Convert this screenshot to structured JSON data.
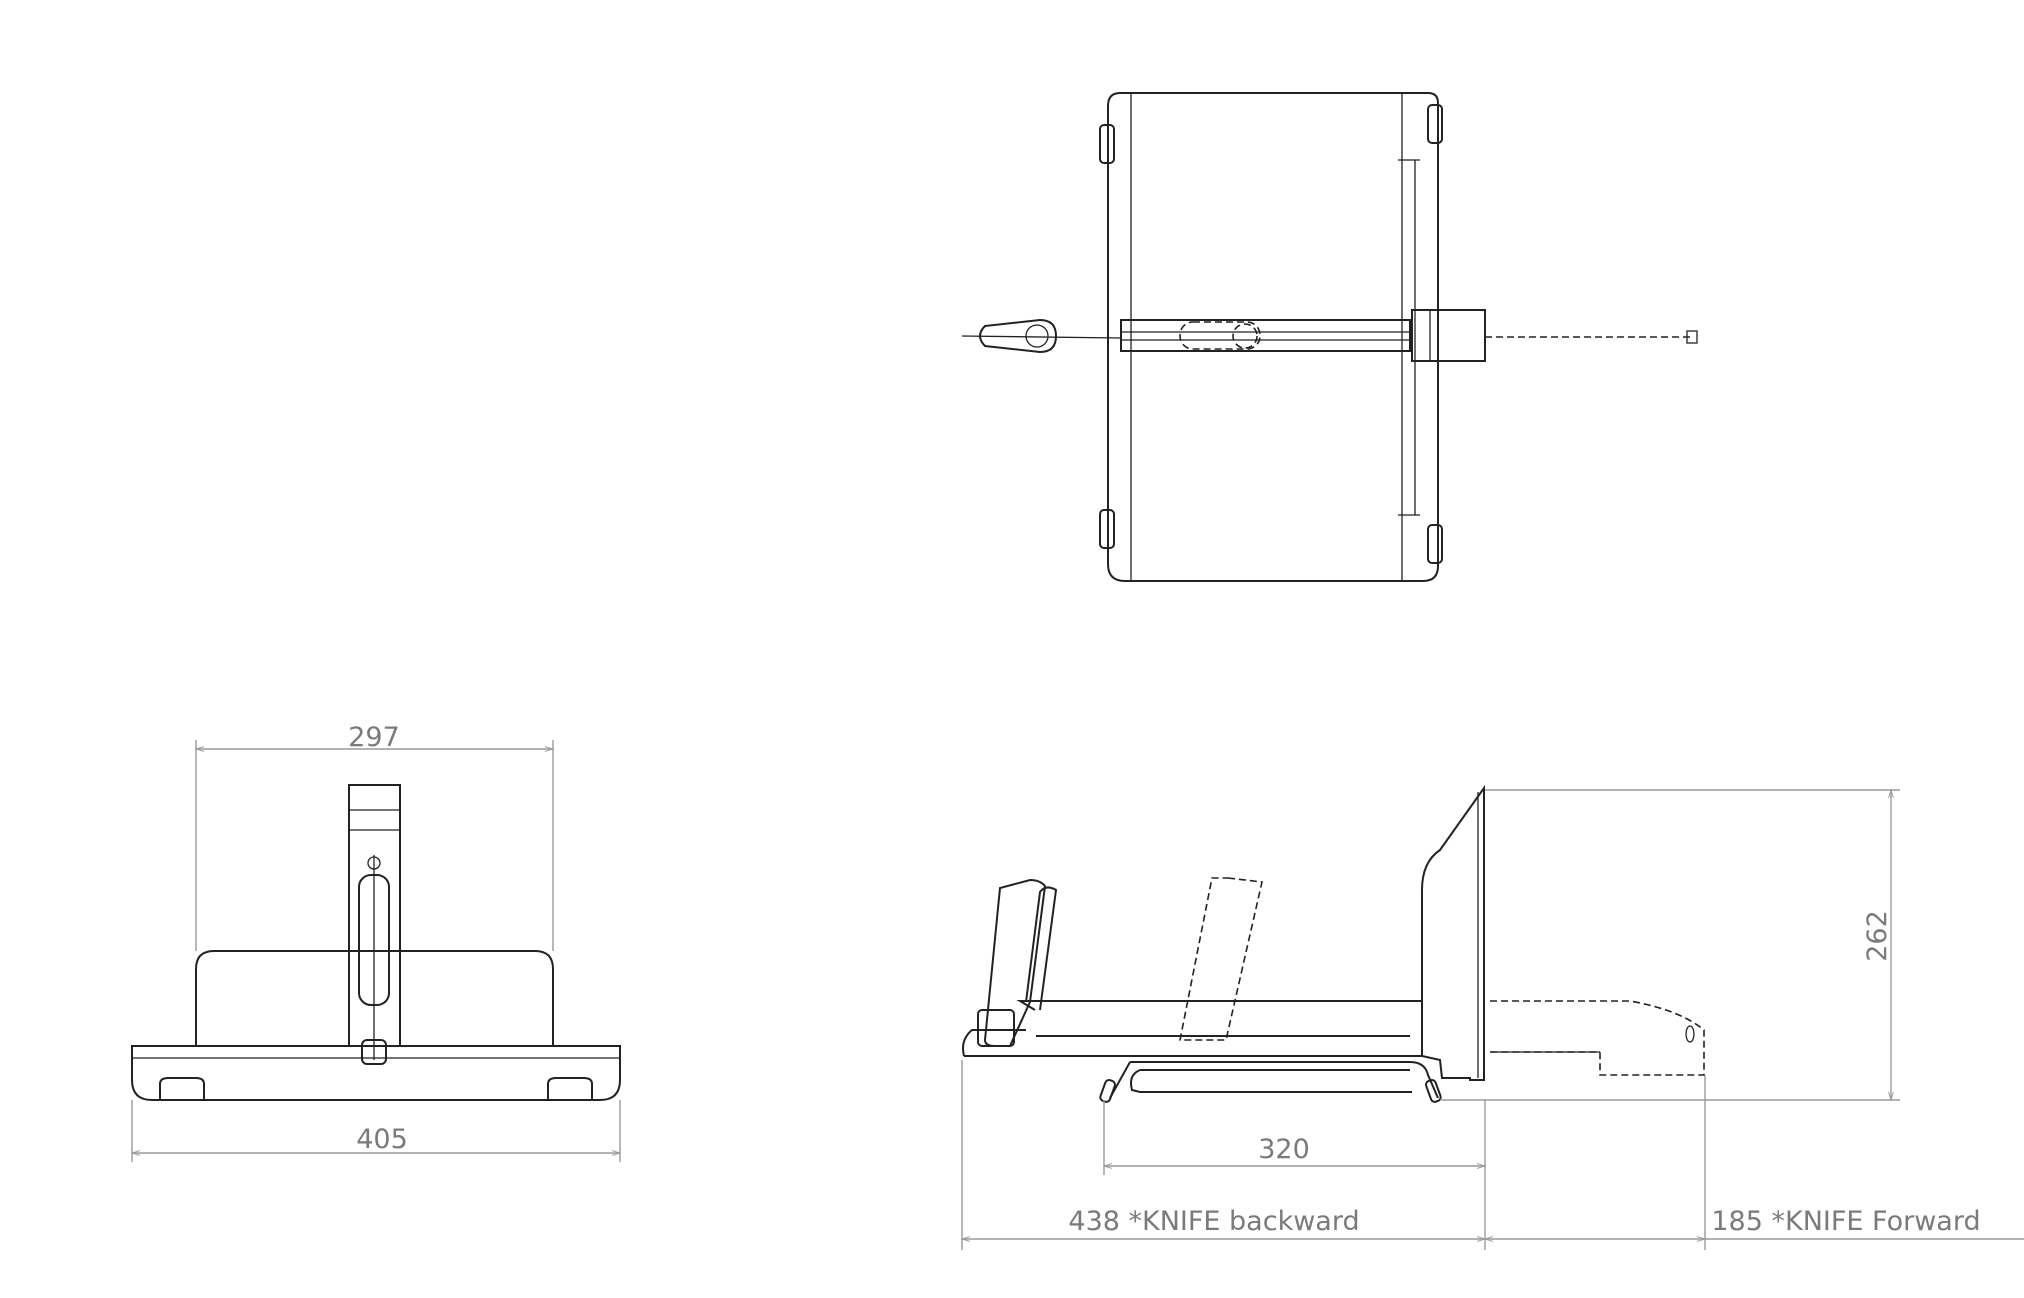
{
  "drawing": {
    "front_view": {
      "width_top": "297",
      "width_base": "405"
    },
    "side_view": {
      "height": "262",
      "blade_length": "320",
      "knife_backward": "438 *KNIFE backward",
      "knife_forward": "185 *KNIFE Forward"
    }
  },
  "colors": {
    "line": "#222222",
    "dimension": "#9a9a9a",
    "dimension_text": "#7a7a7a"
  }
}
